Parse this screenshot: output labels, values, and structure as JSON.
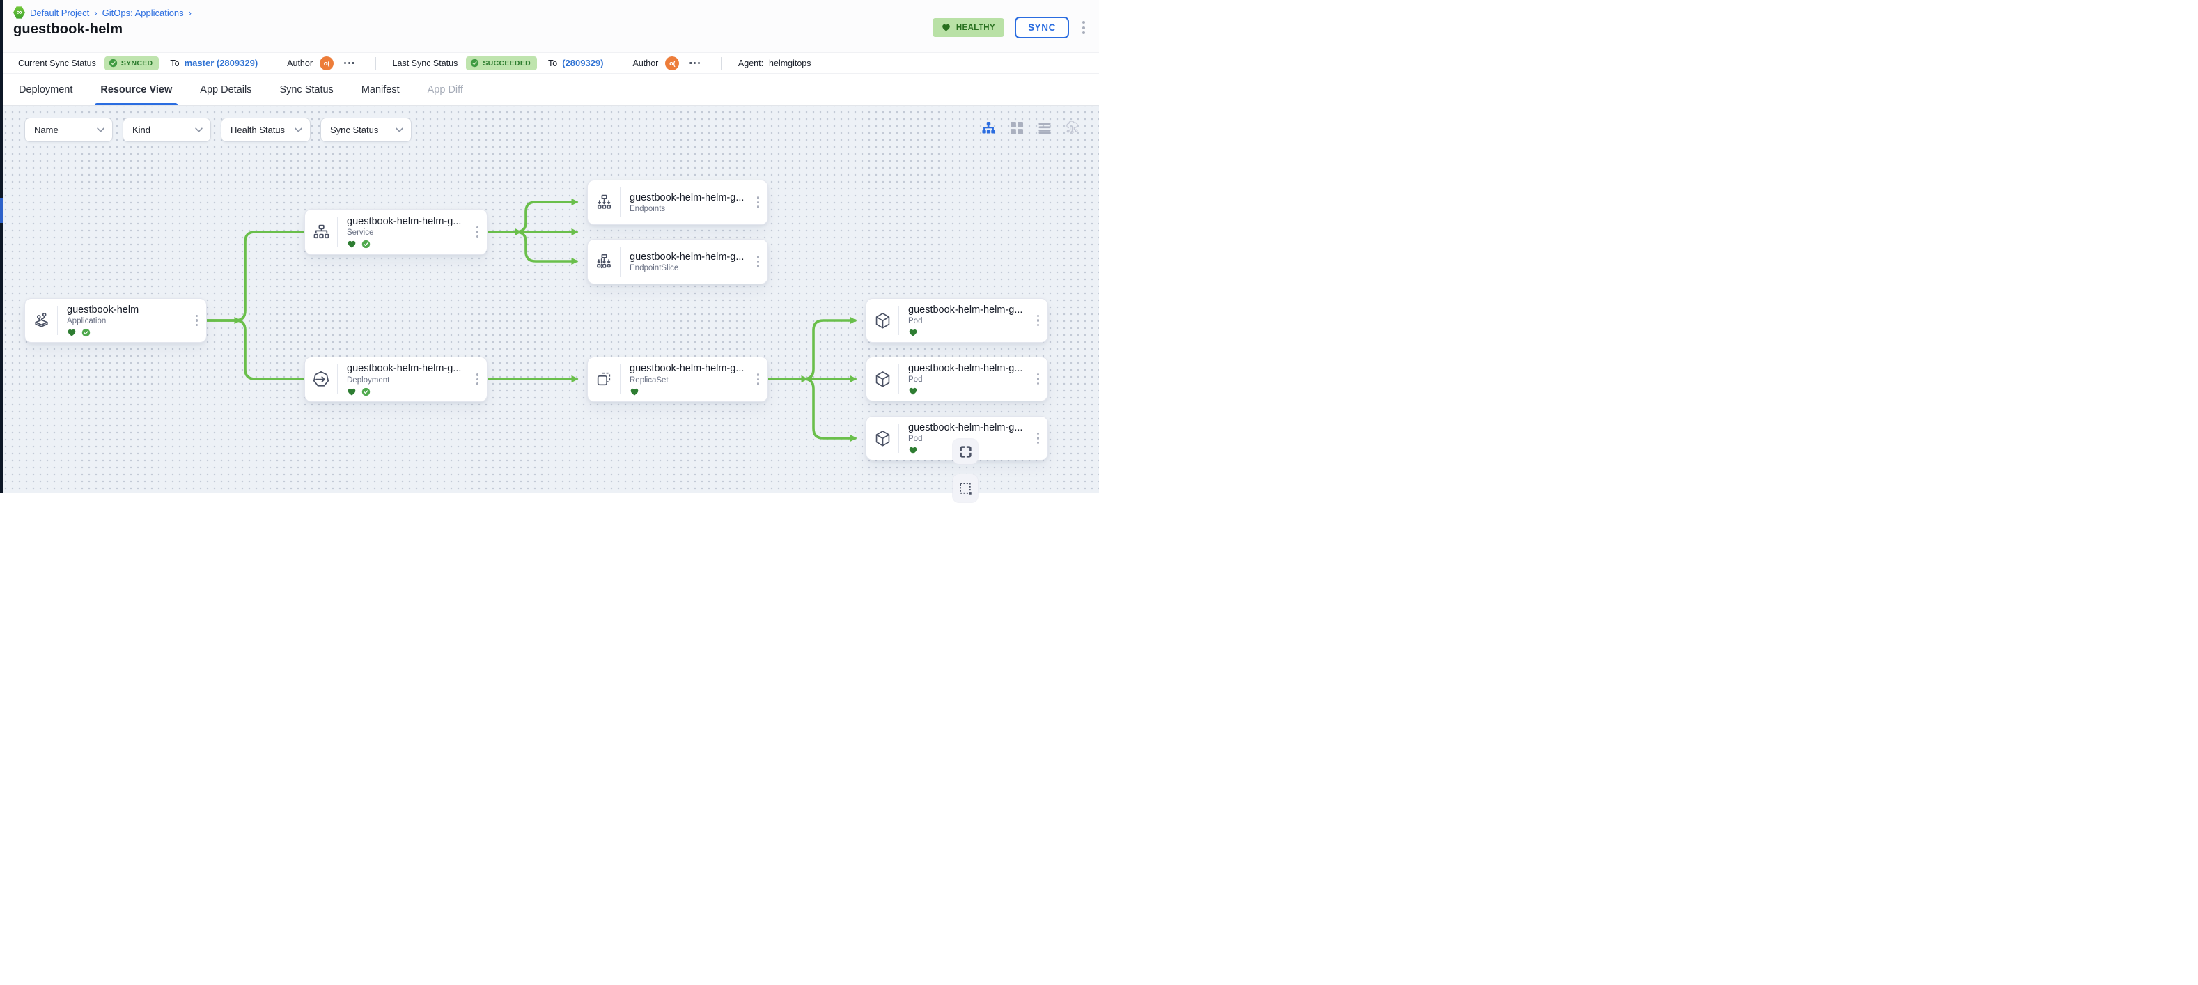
{
  "breadcrumb": {
    "logo_glyph": "∞",
    "items": [
      {
        "label": "Default Project"
      },
      {
        "label": "GitOps: Applications"
      }
    ],
    "separator": "›"
  },
  "page": {
    "title": "guestbook-helm"
  },
  "header": {
    "health_badge": "HEALTHY",
    "sync_button": "SYNC"
  },
  "status_bar": {
    "current": {
      "label": "Current Sync Status",
      "badge": "SYNCED",
      "to_label": "To",
      "revision": "master (2809329)",
      "author_label": "Author",
      "avatar": "o("
    },
    "last": {
      "label": "Last Sync Status",
      "badge": "SUCCEEDED",
      "to_label": "To",
      "revision": "(2809329)",
      "author_label": "Author",
      "avatar": "o("
    },
    "agent": {
      "label": "Agent:",
      "value": "helmgitops"
    }
  },
  "tabs": [
    {
      "label": "Deployment"
    },
    {
      "label": "Resource View"
    },
    {
      "label": "App Details"
    },
    {
      "label": "Sync Status"
    },
    {
      "label": "Manifest"
    },
    {
      "label": "App Diff"
    }
  ],
  "filters": [
    {
      "label": "Name"
    },
    {
      "label": "Kind"
    },
    {
      "label": "Health Status"
    },
    {
      "label": "Sync Status"
    }
  ],
  "view_toggles": [
    {
      "name": "tree-view-icon",
      "active": true
    },
    {
      "name": "grid-view-icon",
      "active": false
    },
    {
      "name": "list-view-icon",
      "active": false
    },
    {
      "name": "cluster-view-icon",
      "active": false
    }
  ],
  "graph": {
    "nodes": [
      {
        "name": "guestbook-helm",
        "kind": "Application",
        "healthy": true,
        "synced": true
      },
      {
        "name": "guestbook-helm-helm-g...",
        "kind": "Service",
        "healthy": true,
        "synced": true
      },
      {
        "name": "guestbook-helm-helm-g...",
        "kind": "Endpoints",
        "healthy": false,
        "synced": false
      },
      {
        "name": "guestbook-helm-helm-g...",
        "kind": "EndpointSlice",
        "healthy": false,
        "synced": false
      },
      {
        "name": "guestbook-helm-helm-g...",
        "kind": "Deployment",
        "healthy": true,
        "synced": true
      },
      {
        "name": "guestbook-helm-helm-g...",
        "kind": "ReplicaSet",
        "healthy": true,
        "synced": false
      },
      {
        "name": "guestbook-helm-helm-g...",
        "kind": "Pod",
        "healthy": true,
        "synced": false
      },
      {
        "name": "guestbook-helm-helm-g...",
        "kind": "Pod",
        "healthy": true,
        "synced": false
      },
      {
        "name": "guestbook-helm-helm-g...",
        "kind": "Pod",
        "healthy": true,
        "synced": false
      }
    ],
    "edges": [
      {
        "from": "Application",
        "to": "Service"
      },
      {
        "from": "Application",
        "to": "Deployment"
      },
      {
        "from": "Service",
        "to": "Endpoints"
      },
      {
        "from": "Service",
        "to": "EndpointSlice"
      },
      {
        "from": "Deployment",
        "to": "ReplicaSet"
      },
      {
        "from": "ReplicaSet",
        "to": "Pod"
      },
      {
        "from": "ReplicaSet",
        "to": "Pod"
      },
      {
        "from": "ReplicaSet",
        "to": "Pod"
      }
    ]
  },
  "colors": {
    "accent_blue": "#2b6de0",
    "edge_green": "#6abf4b",
    "badge_green_bg": "#bfe4ae",
    "badge_green_text": "#2d7d2f",
    "healthy_heart": "#2e7d32",
    "synced_check": "#4fa94d",
    "avatar_orange": "#ed7d3a"
  }
}
